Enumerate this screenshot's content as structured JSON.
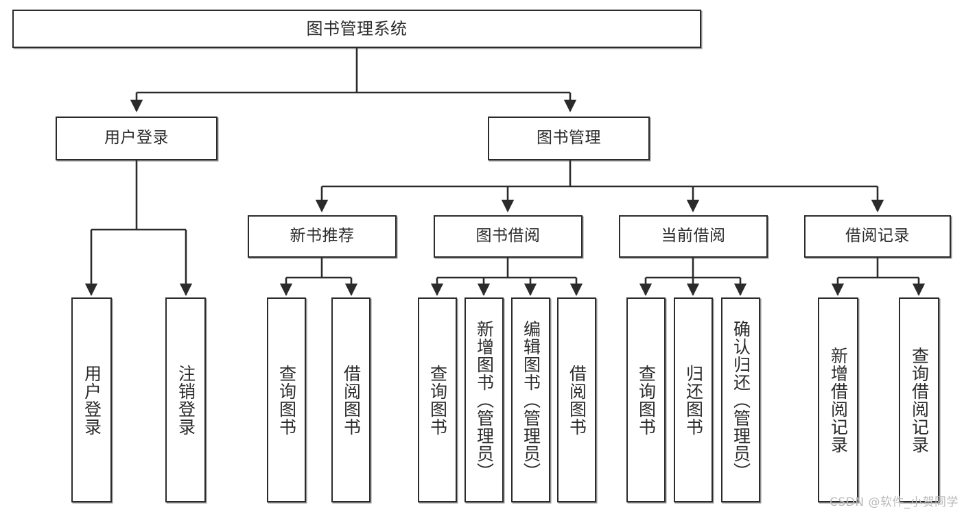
{
  "diagram": {
    "title": "图书管理系统",
    "type": "tree",
    "colors": {
      "stroke": "#2b2b2b",
      "fill": "#ffffff",
      "watermark": "#b9b9b9"
    },
    "levels": {
      "root": {
        "label": "图书管理系统"
      },
      "level1": [
        {
          "label": "用户登录"
        },
        {
          "label": "图书管理"
        }
      ],
      "level2": [
        {
          "label": "新书推荐"
        },
        {
          "label": "图书借阅"
        },
        {
          "label": "当前借阅"
        },
        {
          "label": "借阅记录"
        }
      ],
      "leaves_user_login": [
        {
          "label": "用户登录"
        },
        {
          "label": "注销登录"
        }
      ],
      "leaves_new_book": [
        {
          "label": "查询图书"
        },
        {
          "label": "借阅图书"
        }
      ],
      "leaves_borrow": [
        {
          "label": "查询图书"
        },
        {
          "label": "新增图书（管理员）"
        },
        {
          "label": "编辑图书（管理员）"
        },
        {
          "label": "借阅图书"
        }
      ],
      "leaves_current": [
        {
          "label": "查询图书"
        },
        {
          "label": "归还图书"
        },
        {
          "label": "确认归还（管理员）"
        }
      ],
      "leaves_record": [
        {
          "label": "新增借阅记录"
        },
        {
          "label": "查询借阅记录"
        }
      ]
    },
    "watermark": "CSDN @软件_小贺同学"
  }
}
